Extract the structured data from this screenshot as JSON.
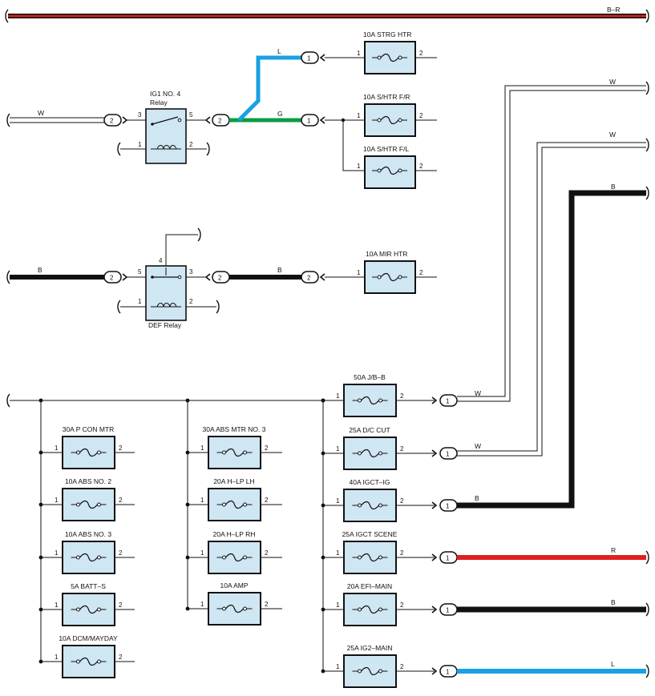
{
  "colors": {
    "fuse_fill": "#cfe6f3",
    "wire_black": "#111111",
    "wire_red": "#e0201e",
    "wire_blue": "#1aa1e2",
    "wire_green": "#0b9c45"
  },
  "top_bus": {
    "label": "B–R"
  },
  "right_fuses": [
    {
      "name": "10A STRG HTR"
    },
    {
      "name": "10A S/HTR F/R"
    },
    {
      "name": "10A S/HTR F/L"
    },
    {
      "name": "10A MIR HTR"
    }
  ],
  "relays": [
    {
      "name": "IG1 NO. 4\nRelay",
      "line1": "IG1 NO. 4",
      "line2": "Relay",
      "pins": [
        "3",
        "5",
        "1",
        "2"
      ]
    },
    {
      "name": "DEF Relay",
      "pins": [
        "5",
        "4",
        "3",
        "1",
        "2"
      ]
    }
  ],
  "wire_labels": {
    "l_top": "L",
    "g_mid": "G",
    "w_left": "W",
    "b_left": "B",
    "b_mid": "B",
    "w_right1": "W",
    "w_right2": "W",
    "b_right": "B"
  },
  "connectors": {
    "c1": "1",
    "c2": "2"
  },
  "pins": {
    "p1": "1",
    "p2": "2",
    "p3": "3",
    "p4": "4",
    "p5": "5"
  },
  "column1_fuses": [
    "30A P CON MTR",
    "10A ABS NO. 2",
    "10A ABS NO. 3",
    "5A BATT–S",
    "10A DCM/MAYDAY"
  ],
  "column2_fuses": [
    "30A ABS MTR NO. 3",
    "20A H–LP LH",
    "20A H–LP RH",
    "10A AMP"
  ],
  "column3_fuses": [
    {
      "name": "50A J/B–B",
      "wire": "W"
    },
    {
      "name": "25A D/C CUT",
      "wire": "W"
    },
    {
      "name": "40A IGCT–IG",
      "wire": "B"
    },
    {
      "name": "25A IGCT SCENE",
      "wire": "R"
    },
    {
      "name": "20A EFI–MAIN",
      "wire": "B"
    },
    {
      "name": "25A IG2–MAIN",
      "wire": "L"
    }
  ]
}
